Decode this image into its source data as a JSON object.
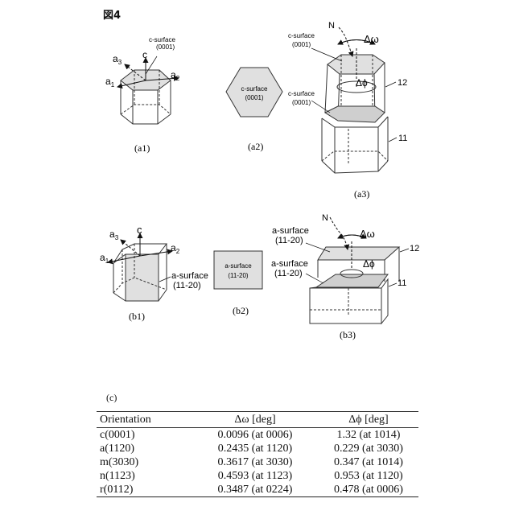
{
  "figure_title": "図4",
  "a1": {
    "axes": {
      "c": "c",
      "a1": "a",
      "a1_sub": "1",
      "a2": "a",
      "a2_sub": "2",
      "a3": "a",
      "a3_sub": "3"
    },
    "surface_label": "c-surface",
    "surface_index": "(0001)",
    "caption": "(a1)"
  },
  "a2": {
    "surface_label": "c-surface",
    "surface_index": "(0001)",
    "caption": "(a2)"
  },
  "a3": {
    "normal": "N",
    "delta_omega": "Δω",
    "delta_phi": "Δϕ",
    "top_surface_label": "c-surface",
    "top_surface_index": "(0001)",
    "mid_surface_label": "c-surface",
    "mid_surface_index": "(0001)",
    "ref_upper": "12",
    "ref_lower": "11",
    "caption": "(a3)"
  },
  "b1": {
    "axes": {
      "c": "c",
      "a1": "a",
      "a1_sub": "1",
      "a2": "a",
      "a2_sub": "2",
      "a3": "a",
      "a3_sub": "3"
    },
    "surface_label": "a-surface",
    "surface_index": "(11-20)",
    "caption": "(b1)"
  },
  "b2": {
    "surface_label": "a-surface",
    "surface_index": "(11-20)",
    "caption": "(b2)"
  },
  "b3": {
    "normal": "N",
    "delta_omega": "Δω",
    "delta_phi": "Δϕ",
    "top_surface_label": "a-surface",
    "top_surface_index": "(11-20)",
    "mid_surface_label": "a-surface",
    "mid_surface_index": "(11-20)",
    "ref_upper": "12",
    "ref_lower": "11",
    "caption": "(b3)"
  },
  "section_c": "(c)",
  "table": {
    "headers": {
      "orientation": "Orientation",
      "omega": "Δω [deg]",
      "phi": "Δϕ [deg]"
    },
    "rows": [
      {
        "orientation": "c(0001)",
        "omega": "0.0096 (at 0006)",
        "phi": "1.32 (at 1014)"
      },
      {
        "orientation": "a(1120)",
        "omega": "0.2435 (at 1120)",
        "phi": "0.229 (at 3030)"
      },
      {
        "orientation": "m(3030)",
        "omega": "0.3617 (at 3030)",
        "phi": "0.347 (at 1014)"
      },
      {
        "orientation": "n(1123)",
        "omega": "0.4593 (at 1123)",
        "phi": "0.953 (at 1120)"
      },
      {
        "orientation": "r(0112)",
        "omega": "0.3487 (at 0224)",
        "phi": "0.478 (at 0006)"
      }
    ]
  }
}
